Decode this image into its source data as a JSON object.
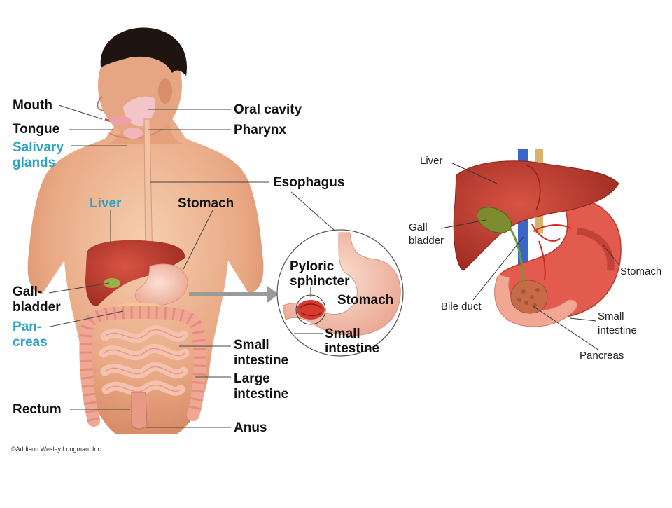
{
  "main_figure": {
    "labels": {
      "mouth": "Mouth",
      "tongue": "Tongue",
      "salivary_1": "Salivary",
      "salivary_2": "glands",
      "liver": "Liver",
      "gall_1": "Gall-",
      "gall_2": "bladder",
      "pancreas_1": "Pan-",
      "pancreas_2": "creas",
      "rectum": "Rectum",
      "oral_cavity": "Oral cavity",
      "pharynx": "Pharynx",
      "esophagus": "Esophagus",
      "stomach": "Stomach",
      "small_int_1": "Small",
      "small_int_2": "intestine",
      "large_int_1": "Large",
      "large_int_2": "intestine",
      "anus": "Anus"
    },
    "label_colors": {
      "default": "#111111",
      "highlight": "#29a3c4"
    }
  },
  "inset": {
    "labels": {
      "pyloric_1": "Pyloric",
      "pyloric_2": "sphincter",
      "stomach": "Stomach",
      "small_int_1": "Small",
      "small_int_2": "intestine"
    }
  },
  "side_figure": {
    "labels": {
      "liver": "Liver",
      "gall_1": "Gall",
      "gall_2": "bladder",
      "bile_duct": "Bile duct",
      "stomach": "Stomach",
      "small_int_1": "Small",
      "small_int_2": "intestine",
      "pancreas": "Pancreas"
    }
  },
  "copyright": "©Addison Wesley Longman, Inc."
}
